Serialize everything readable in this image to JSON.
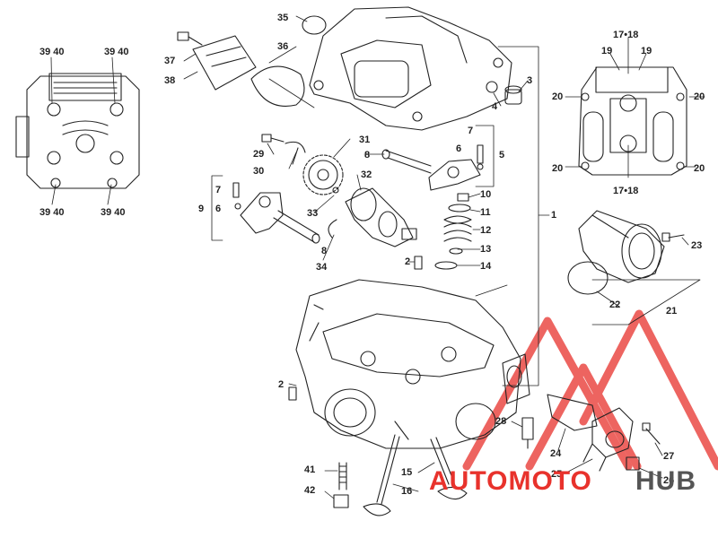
{
  "callouts": [
    {
      "key": "c35",
      "text": "35"
    },
    {
      "key": "c36",
      "text": "36"
    },
    {
      "key": "c37",
      "text": "37"
    },
    {
      "key": "c38",
      "text": "38"
    },
    {
      "key": "c3",
      "text": "3"
    },
    {
      "key": "c4",
      "text": "4"
    },
    {
      "key": "c1",
      "text": "1"
    },
    {
      "key": "c31",
      "text": "31"
    },
    {
      "key": "c29",
      "text": "29"
    },
    {
      "key": "c30",
      "text": "30"
    },
    {
      "key": "c7a",
      "text": "7"
    },
    {
      "key": "c6a",
      "text": "6"
    },
    {
      "key": "c5",
      "text": "5"
    },
    {
      "key": "c8a",
      "text": "8"
    },
    {
      "key": "c32",
      "text": "32"
    },
    {
      "key": "c10",
      "text": "10"
    },
    {
      "key": "c11",
      "text": "11"
    },
    {
      "key": "c12",
      "text": "12"
    },
    {
      "key": "c13",
      "text": "13"
    },
    {
      "key": "c14",
      "text": "14"
    },
    {
      "key": "c9",
      "text": "9"
    },
    {
      "key": "c7b",
      "text": "7"
    },
    {
      "key": "c6b",
      "text": "6"
    },
    {
      "key": "c33",
      "text": "33"
    },
    {
      "key": "c8b",
      "text": "8"
    },
    {
      "key": "c34",
      "text": "34"
    },
    {
      "key": "c2a",
      "text": "2"
    },
    {
      "key": "c2b",
      "text": "2"
    },
    {
      "key": "c41",
      "text": "41"
    },
    {
      "key": "c42",
      "text": "42"
    },
    {
      "key": "c15",
      "text": "15"
    },
    {
      "key": "c16",
      "text": "16"
    },
    {
      "key": "c22",
      "text": "22"
    },
    {
      "key": "c21",
      "text": "21"
    },
    {
      "key": "c23",
      "text": "23"
    },
    {
      "key": "c28",
      "text": "28"
    },
    {
      "key": "c24",
      "text": "24"
    },
    {
      "key": "c25",
      "text": "25"
    },
    {
      "key": "c26",
      "text": "26"
    },
    {
      "key": "c27",
      "text": "27"
    },
    {
      "key": "c1718t",
      "text": "17•18"
    },
    {
      "key": "c19a",
      "text": "19"
    },
    {
      "key": "c19b",
      "text": "19"
    },
    {
      "key": "c20a",
      "text": "20"
    },
    {
      "key": "c20b",
      "text": "20"
    },
    {
      "key": "c20c",
      "text": "20"
    },
    {
      "key": "c20d",
      "text": "20"
    },
    {
      "key": "c1718b",
      "text": "17•18"
    },
    {
      "key": "c3940a",
      "text": "39 40"
    },
    {
      "key": "c3940b",
      "text": "39 40"
    },
    {
      "key": "c3940c",
      "text": "39 40"
    },
    {
      "key": "c3940d",
      "text": "39 40"
    }
  ],
  "watermark": {
    "word_a": "AUTOMOTO",
    "word_b": "HUB",
    "color_a": "#e8322c",
    "color_b": "#555555"
  }
}
